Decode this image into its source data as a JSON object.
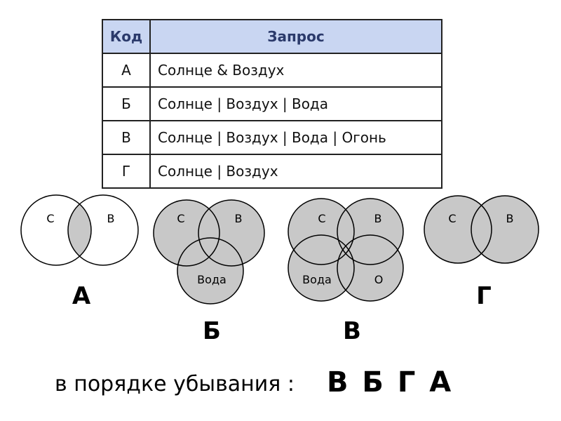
{
  "table": {
    "headers": {
      "code": "Код",
      "query": "Запрос"
    },
    "rows": [
      {
        "code": "А",
        "query": "Солнце & Воздух"
      },
      {
        "code": "Б",
        "query": "Солнце | Воздух | Вода"
      },
      {
        "code": "В",
        "query": "Солнце | Воздух | Вода | Огонь"
      },
      {
        "code": "Г",
        "query": "Солнце | Воздух"
      }
    ],
    "header_color": "#c9d6f2"
  },
  "diagrams": [
    {
      "caption": "А",
      "operation": "intersection",
      "circles": [
        "С",
        "В"
      ]
    },
    {
      "caption": "Б",
      "operation": "union",
      "circles": [
        "С",
        "В",
        "Вода"
      ]
    },
    {
      "caption": "В",
      "operation": "union",
      "circles": [
        "С",
        "В",
        "Вода",
        "О"
      ]
    },
    {
      "caption": "Г",
      "operation": "union",
      "circles": [
        "С",
        "В"
      ]
    }
  ],
  "fill_color": "#c8c8c8",
  "answer": {
    "label": "в порядке убывания :",
    "value": "В Б Г А"
  }
}
